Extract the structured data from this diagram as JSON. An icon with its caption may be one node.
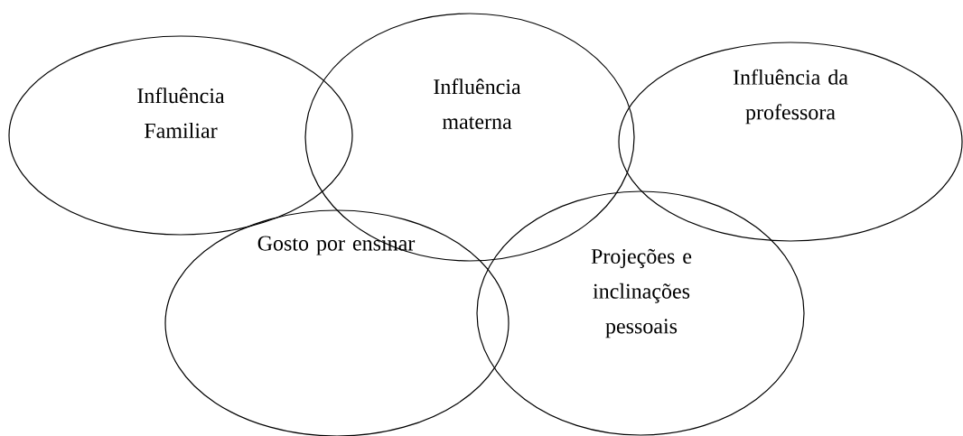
{
  "diagram": {
    "nodes": [
      {
        "text": [
          "Influência Familiar"
        ]
      },
      {
        "text": [
          "Influência materna"
        ]
      },
      {
        "text": [
          "Influência da professora"
        ]
      },
      {
        "text": [
          "Gosto por ensinar"
        ]
      },
      {
        "text": [
          "Projeções e inclinações pessoais"
        ]
      }
    ]
  }
}
